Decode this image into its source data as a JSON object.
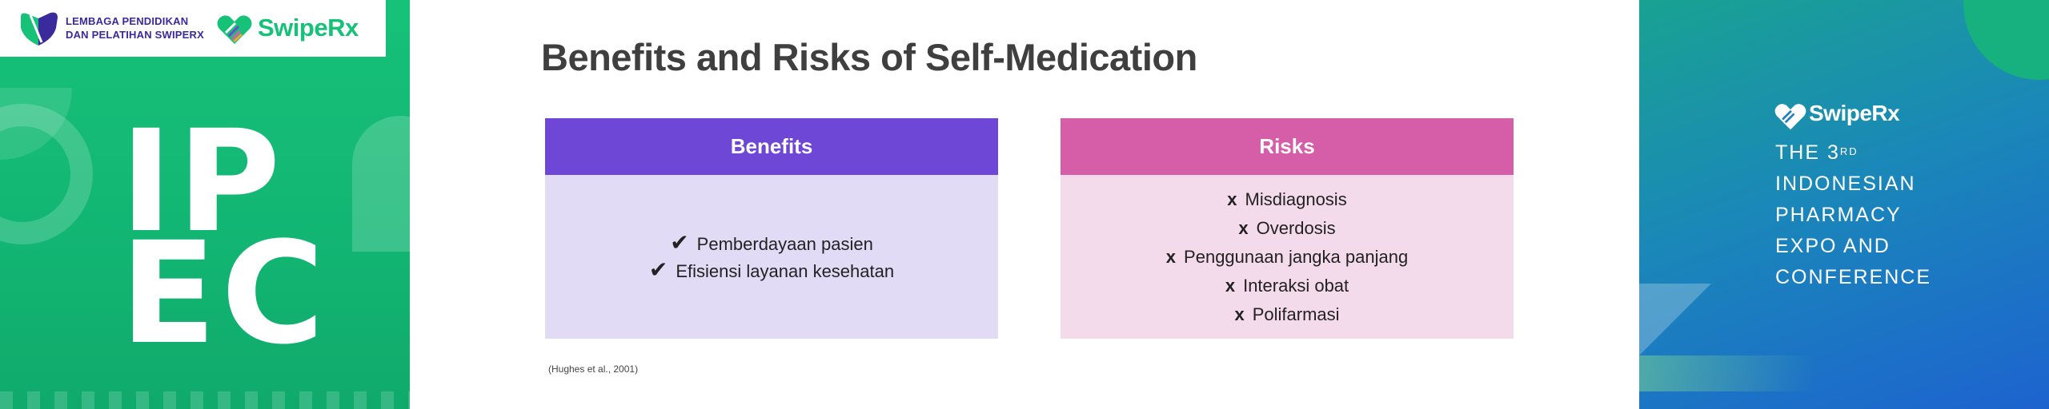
{
  "left_panel": {
    "institution_lines": [
      "LEMBAGA PENDIDIKAN",
      "DAN PELATIHAN SWIPERX"
    ],
    "brand": "SwipeRx",
    "event_mark_lines": [
      "IP",
      "EC"
    ]
  },
  "slide": {
    "title": "Benefits and Risks of Self-Medication",
    "benefits": {
      "header": "Benefits",
      "items": [
        "Pemberdayaan pasien",
        "Efisiensi layanan kesehatan"
      ]
    },
    "risks": {
      "header": "Risks",
      "items": [
        "Misdiagnosis",
        "Overdosis",
        "Penggunaan jangka panjang",
        "Interaksi obat",
        "Polifarmasi"
      ]
    },
    "source": "(Hughes et al., 2001)"
  },
  "right_panel": {
    "brand": "SwipeRx",
    "tagline": {
      "the": "THE 3",
      "ordinal_suffix": "RD",
      "lines": [
        "INDONESIAN",
        "PHARMACY",
        "EXPO AND",
        "CONFERENCE"
      ]
    }
  },
  "icons": {
    "check": "check-icon",
    "cross": "x-icon",
    "lp_logo": "lp-swiperx-logo-icon",
    "swiperx_logo": "swiperx-heart-icon"
  },
  "colors": {
    "green": "#16c178",
    "purple": "#6f47d6",
    "purple_light": "#e2dbf5",
    "pink": "#d65ea9",
    "pink_light": "#f4dbeb",
    "blue": "#1d63cf",
    "title": "#3f3f3f"
  }
}
